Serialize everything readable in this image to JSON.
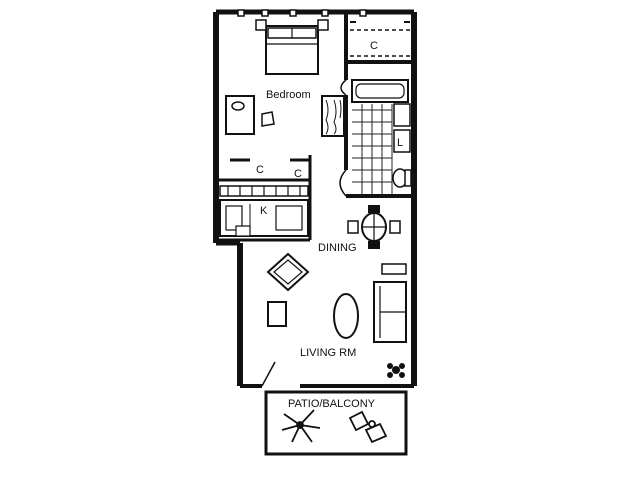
{
  "labels": {
    "bedroom": "Bedroom",
    "dining": "DINING",
    "living": "LIVING RM",
    "patio": "PATIO/BALCONY",
    "closet_top": "C",
    "closet_mid": "C",
    "closet_small": "C",
    "kitchen": "K",
    "linen": "L"
  },
  "colors": {
    "wall": "#111111",
    "fill": "#ffffff",
    "tile": "#222222"
  }
}
